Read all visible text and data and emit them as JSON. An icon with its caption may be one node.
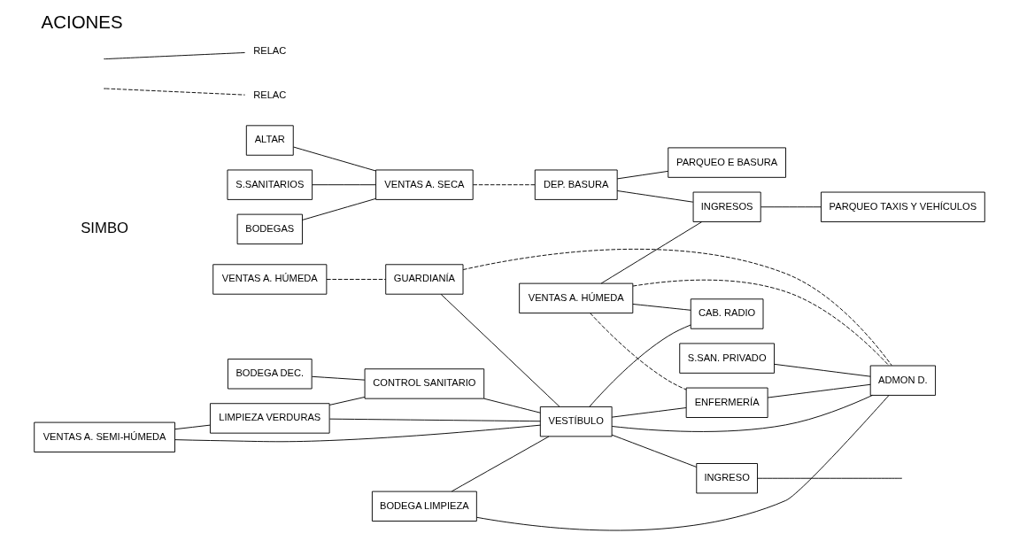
{
  "diagram": {
    "title": "ACIONES",
    "nodes": [
      {
        "text": [
          "BODEGAS"
        ]
      },
      {
        "text": [
          "ALTAR"
        ]
      },
      {
        "text": [
          "S.SANITARIOS"
        ]
      },
      {
        "text": [
          "VENTAS A. SECA"
        ]
      },
      {
        "text": [
          "VENTAS A. HÚMEDA"
        ]
      },
      {
        "text": [
          "VENTAS A. SEMI-HÚMEDA"
        ]
      },
      {
        "text": [
          "VENTAS A. HÚMEDA"
        ]
      },
      {
        "text": [
          "DEP. BASURA"
        ]
      },
      {
        "text": [
          "INGRESOS"
        ]
      },
      {
        "text": [
          "PARQUEO E BASURA"
        ]
      },
      {
        "text": [
          "PARQUEO TAXIS Y VEHÍCULOS"
        ]
      },
      {
        "text": [
          "BODEGA DEC."
        ]
      },
      {
        "text": [
          "LIMPIEZA VERDURAS"
        ]
      },
      {
        "text": [
          "CONTROL SANITARIO"
        ]
      },
      {
        "text": [
          "GUARDIANÍA"
        ]
      },
      {
        "text": [
          "BODEGA LIMPIEZA"
        ]
      },
      {
        "text": [
          "VESTÍBULO"
        ]
      },
      {
        "text": [
          "INGRESO"
        ]
      },
      {
        "text": [
          "CAB. RADIO"
        ]
      },
      {
        "text": [
          "ENFERMERÍA"
        ]
      },
      {
        "text": [
          "S.SAN. PRIVADO"
        ]
      },
      {
        "text": [
          "ADMON D."
        ]
      }
    ],
    "edges": [
      {
        "from": 0,
        "to": 3,
        "arrow": "none"
      },
      {
        "from": 1,
        "to": 3,
        "arrow": "none"
      },
      {
        "from": 2,
        "to": 3,
        "arrow": "none"
      },
      {
        "from": 3,
        "to": 7,
        "arrow": "none",
        "style": "dashed"
      },
      {
        "from": 6,
        "to": 8,
        "arrow": "none"
      },
      {
        "from": 7,
        "to": 8,
        "arrow": "none"
      },
      {
        "from": 7,
        "to": 9,
        "arrow": "none"
      },
      {
        "from": 8,
        "to": 10,
        "arrow": "none"
      },
      {
        "from": 4,
        "to": 14,
        "arrow": "none",
        "style": "dashed"
      },
      {
        "from": 5,
        "to": 12,
        "arrow": "none"
      },
      {
        "from": 5,
        "to": 16,
        "arrow": "none"
      },
      {
        "from": 12,
        "to": 13,
        "arrow": "none"
      },
      {
        "from": 11,
        "to": 13,
        "arrow": "none"
      },
      {
        "from": 12,
        "to": 16,
        "arrow": "none"
      },
      {
        "from": 13,
        "to": 16,
        "arrow": "none"
      },
      {
        "from": 14,
        "to": 16,
        "arrow": "none"
      },
      {
        "from": 15,
        "to": 16,
        "arrow": "none"
      },
      {
        "from": 14,
        "to": 21,
        "arrow": "none",
        "style": "dashed"
      },
      {
        "from": 15,
        "to": 21,
        "arrow": "none"
      },
      {
        "from": 16,
        "to": 17,
        "arrow": "none"
      },
      {
        "from": 17,
        "to": null,
        "arrow": "none"
      },
      {
        "from": 16,
        "to": 18,
        "arrow": "none"
      },
      {
        "from": 16,
        "to": 19,
        "arrow": "none"
      },
      {
        "from": 16,
        "to": 21,
        "arrow": "none"
      },
      {
        "from": 6,
        "to": 18,
        "arrow": "none"
      },
      {
        "from": 6,
        "to": 19,
        "arrow": "none",
        "style": "dashed"
      },
      {
        "from": 6,
        "to": 21,
        "arrow": "none",
        "style": "dashed"
      },
      {
        "from": 19,
        "to": 21,
        "arrow": "none"
      },
      {
        "from": 20,
        "to": 21,
        "arrow": "none"
      }
    ],
    "labels": [
      "SIMBO"
    ],
    "legend": [
      {
        "text": "RELAC"
      },
      {
        "text": "RELAC"
      }
    ]
  }
}
